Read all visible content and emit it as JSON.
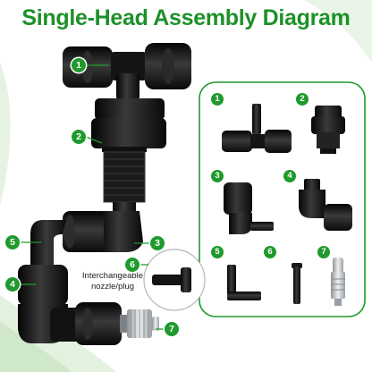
{
  "title": "Single-Head Assembly Diagram",
  "note": "Interchangeable nozzle/plug",
  "colors": {
    "brand_green": "#1f9a2c",
    "title_green": "#1d9129",
    "wave_green": "#dbeed8",
    "fitting_black": "#1a1a1a",
    "nozzle_silver": "#c9cdd1"
  },
  "badges": {
    "main": [
      "1",
      "2",
      "3",
      "4",
      "5",
      "6",
      "7"
    ],
    "panel": [
      "1",
      "2",
      "3",
      "4",
      "5",
      "6",
      "7"
    ]
  },
  "parts_panel": {
    "items": [
      {
        "badge": "1",
        "part": "tee-connector"
      },
      {
        "badge": "2",
        "part": "bulkhead-adapter"
      },
      {
        "badge": "3",
        "part": "elbow-connector"
      },
      {
        "badge": "4",
        "part": "elbow-connector"
      },
      {
        "badge": "5",
        "part": "elbow-stem"
      },
      {
        "badge": "6",
        "part": "plug"
      },
      {
        "badge": "7",
        "part": "mist-nozzle"
      }
    ]
  }
}
